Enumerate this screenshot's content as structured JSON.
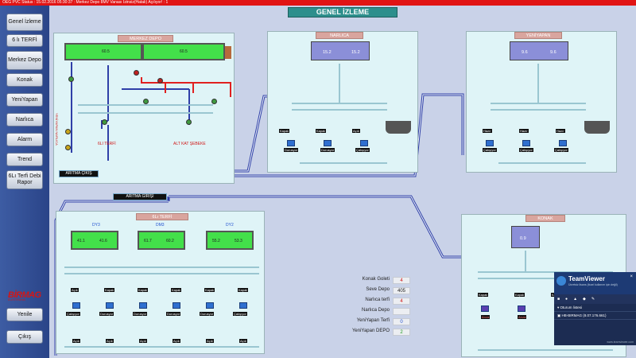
{
  "status_bar": {
    "text": "OEG PVC Status : 15.02.2016 05:30:37 : Merkez Depo 8MV Vanası Izinsiz(Hatalı) Açılıyor! : 1"
  },
  "nav": [
    {
      "label": "Genel İzleme"
    },
    {
      "label": "6 lı TERFİ"
    },
    {
      "label": "Merkez Depo"
    },
    {
      "label": "Konak"
    },
    {
      "label": "YeniYapan"
    },
    {
      "label": "Narlıca"
    },
    {
      "label": "Alarm"
    },
    {
      "label": "Trend"
    },
    {
      "label": "6Lı Terfi Debi Rapor"
    }
  ],
  "logo": {
    "main": "BİRMAG",
    "sub": "ELEKTRONİK"
  },
  "bottom_nav": {
    "refresh": "Yenile",
    "exit": "Çıkış"
  },
  "page_title": "GENEL İZLEME",
  "merkez": {
    "title": "MERKEZ DEPO",
    "tank1": "60.5",
    "tank2": "60.5",
    "label_6li": "6LI TERFİ",
    "label_alt": "ALT KAT ŞEBEKE",
    "label_yen": "YENİYAPAN NARLICA",
    "aritma_cikis": "ARITMA ÇIKIŞ"
  },
  "narlica": {
    "title": "NARLICA",
    "t1": "15.2",
    "t2": "15.2",
    "pumps": [
      {
        "state": "Kapalı",
        "mode": "Durusyor"
      },
      {
        "state": "Kapalı",
        "mode": "Durusyor"
      },
      {
        "state": "Açık",
        "mode": "Çalışıyor"
      }
    ]
  },
  "yeniyapan": {
    "title": "YENİYAPAN",
    "t1": "9.6",
    "t2": "9.6",
    "pumps": [
      {
        "state": "Hazır",
        "mode": "Çalışıyor"
      },
      {
        "state": "Hazır",
        "mode": "Çalışıyor"
      },
      {
        "state": "Hazır",
        "mode": "Çalışıyor"
      }
    ]
  },
  "aritma_girisi": "ARITMA GİRİŞİ",
  "terfi": {
    "title": "6Lı TERFİ",
    "groups": [
      {
        "name": "DY3",
        "t1": "41.1",
        "t2": "41.6"
      },
      {
        "name": "DM3",
        "t1": "61.7",
        "t2": "60.2"
      },
      {
        "name": "DY2",
        "t1": "55.2",
        "t2": "53.3"
      }
    ],
    "pumps": [
      {
        "state": "Açık",
        "mode": "Çalışıyor"
      },
      {
        "state": "Kapalı",
        "mode": "Durusyor"
      },
      {
        "state": "Kapalı",
        "mode": "Durusyor"
      },
      {
        "state": "Kapalı",
        "mode": "Durusyor"
      },
      {
        "state": "Kapalı",
        "mode": "Durusyor"
      },
      {
        "state": "Kapalı",
        "mode": "Çalışıyor"
      }
    ],
    "bottom": [
      "Açık",
      "Açık",
      "Açık",
      "Açık",
      "Açık",
      "Açık"
    ]
  },
  "konak": {
    "title": "KONAK",
    "t1": "0.9",
    "pumps": [
      {
        "state": "Kapalı",
        "mode": "Arıza"
      },
      {
        "state": "Kapalı",
        "mode": "Arıza"
      },
      {
        "state": "Kapalı",
        "mode": "Arıza"
      }
    ]
  },
  "summary": [
    {
      "label": "Konak Goleti",
      "value": "4",
      "color": "#d01515"
    },
    {
      "label": "Seve Depo",
      "value": "405",
      "color": "#222222"
    },
    {
      "label": "Narlıca terfi",
      "value": "4",
      "color": "#d01515"
    },
    {
      "label": "Narlıca Depo",
      "value": "",
      "color": "#222222"
    },
    {
      "label": "YeniYapan Terfi",
      "value": "0",
      "color": "#2050d0"
    },
    {
      "label": "YeniYapan DEPO",
      "value": "2",
      "color": "#1a9a1a"
    }
  ],
  "teamviewer": {
    "name": "TeamViewer",
    "desc": "Ücretsiz lisans (ticari kullanım için değil)",
    "close": "×",
    "session_list": "Oturum listesi",
    "partner": "HB-BIRMAG (8.07.176.661)",
    "footer": "www.teamviewer.com"
  }
}
